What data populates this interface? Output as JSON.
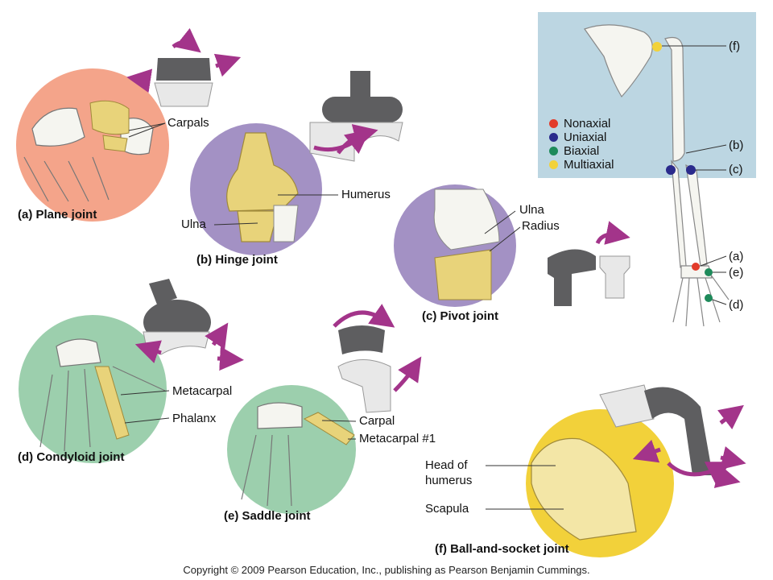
{
  "captions": {
    "a": "(a) Plane joint",
    "b": "(b) Hinge joint",
    "c": "(c) Pivot joint",
    "d": "(d) Condyloid joint",
    "e": "(e) Saddle joint",
    "f": "(f) Ball-and-socket joint"
  },
  "labels": {
    "carpals": "Carpals",
    "humerus": "Humerus",
    "ulna_b": "Ulna",
    "ulna_c": "Ulna",
    "radius": "Radius",
    "metacarpal": "Metacarpal",
    "phalanx": "Phalanx",
    "carpal": "Carpal",
    "metacarpal1": "Metacarpal #1",
    "head_of_humerus_1": "Head of",
    "head_of_humerus_2": "humerus",
    "scapula": "Scapula"
  },
  "legend": {
    "items": [
      {
        "label": "Nonaxial",
        "color": "#e23b2b"
      },
      {
        "label": "Uniaxial",
        "color": "#2a2a8c"
      },
      {
        "label": "Biaxial",
        "color": "#1e8a5a"
      },
      {
        "label": "Multiaxial",
        "color": "#f2d23a"
      }
    ]
  },
  "skeleton_letters": {
    "f": "(f)",
    "b": "(b)",
    "c": "(c)",
    "a": "(a)",
    "e": "(e)",
    "d": "(d)"
  },
  "colors": {
    "plane_bg": "#f4a48a",
    "hinge_bg": "#a391c4",
    "pivot_bg": "#a391c4",
    "condyloid_bg": "#9ccfad",
    "saddle_bg": "#9ccfad",
    "ball_bg": "#f2d13a",
    "skeleton_panel": "#bcd6e2",
    "arrow": "#a3348a",
    "model_dark": "#5e5e60",
    "bone_yellow": "#e8d37a"
  },
  "copyright": "Copyright © 2009 Pearson Education, Inc., publishing as Pearson Benjamin Cummings."
}
